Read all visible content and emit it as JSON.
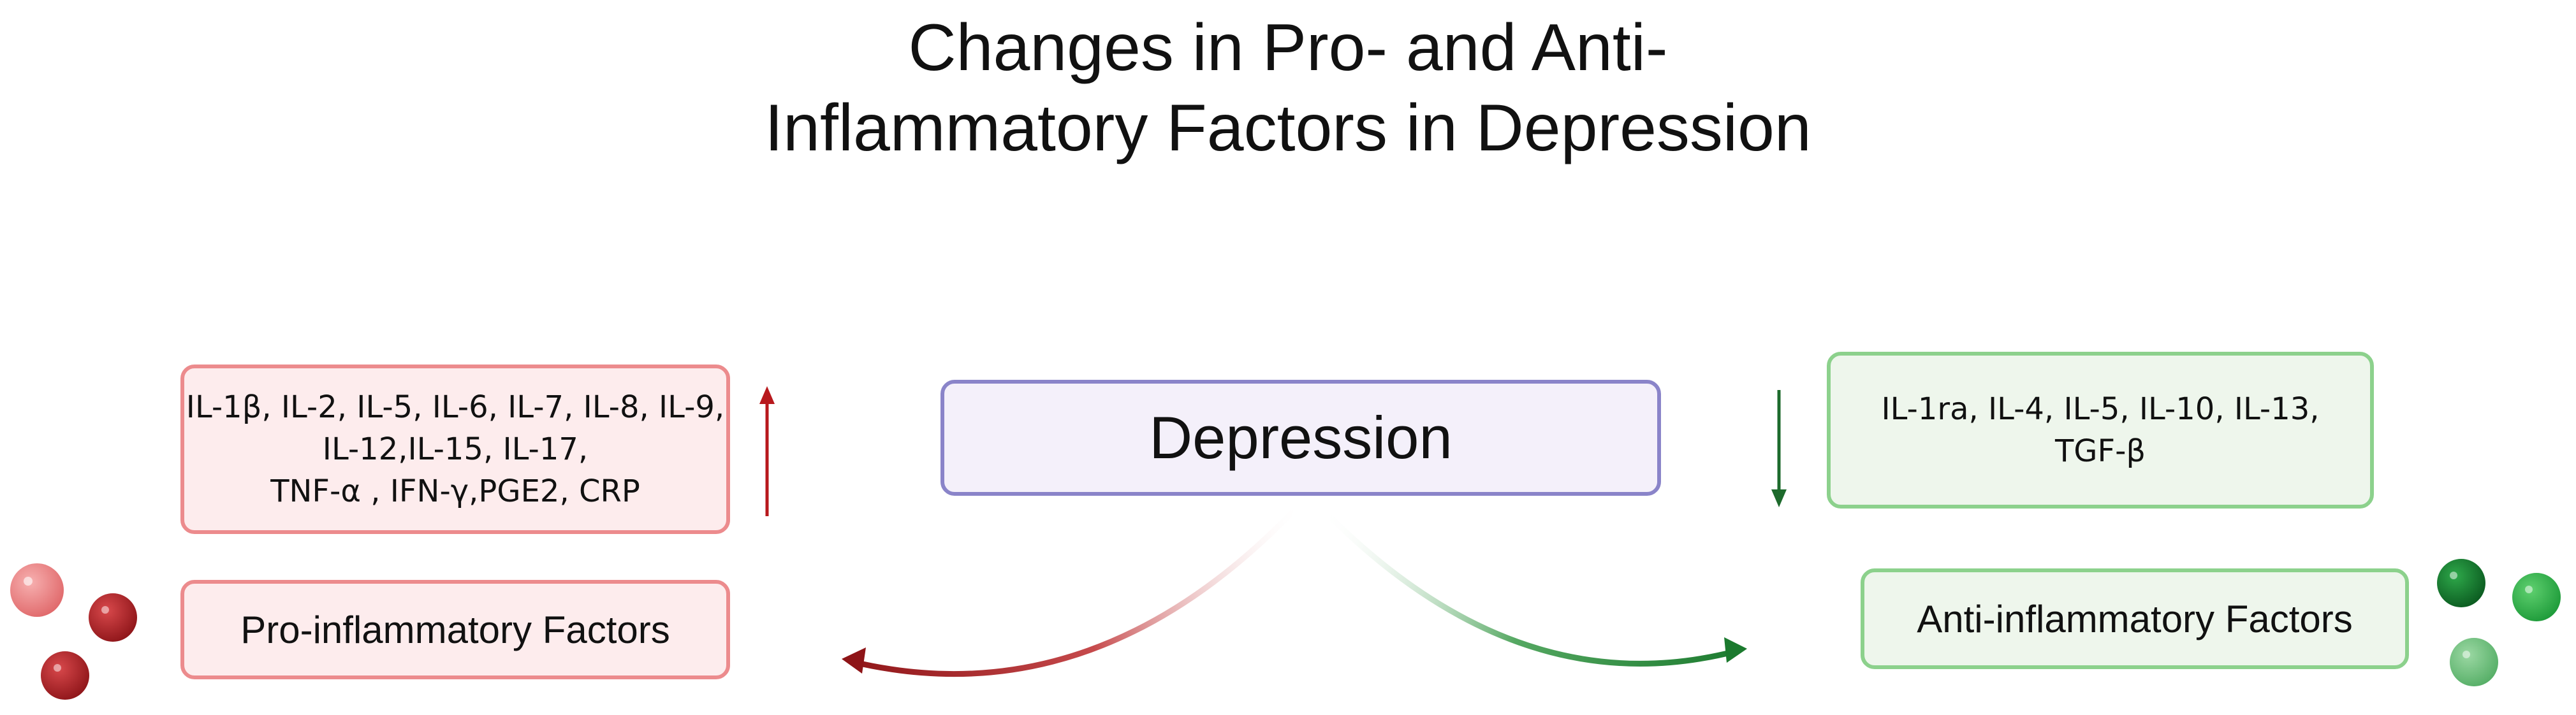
{
  "title": {
    "line1": "Changes in Pro- and Anti-",
    "line2": "Inflammatory Factors in Depression"
  },
  "center": {
    "label": "Depression"
  },
  "pro": {
    "factors_line1": "IL-1β, IL-2, IL-5, IL-6, IL-7, IL-8, IL-9,",
    "factors_line2": "IL-12,IL-15, IL-17,",
    "factors_line3": "TNF-α , IFN-γ,PGE2, CRP",
    "label": "Pro-inflammatory Factors",
    "trend": "increase",
    "color": "#9b1b1e"
  },
  "anti": {
    "factors_line1": "IL-1ra, IL-4, IL-5, IL-10, IL-13,",
    "factors_line2": "TGF-β",
    "label": "Anti-inflammatory Factors",
    "trend": "decrease",
    "color": "#1f7a33"
  }
}
